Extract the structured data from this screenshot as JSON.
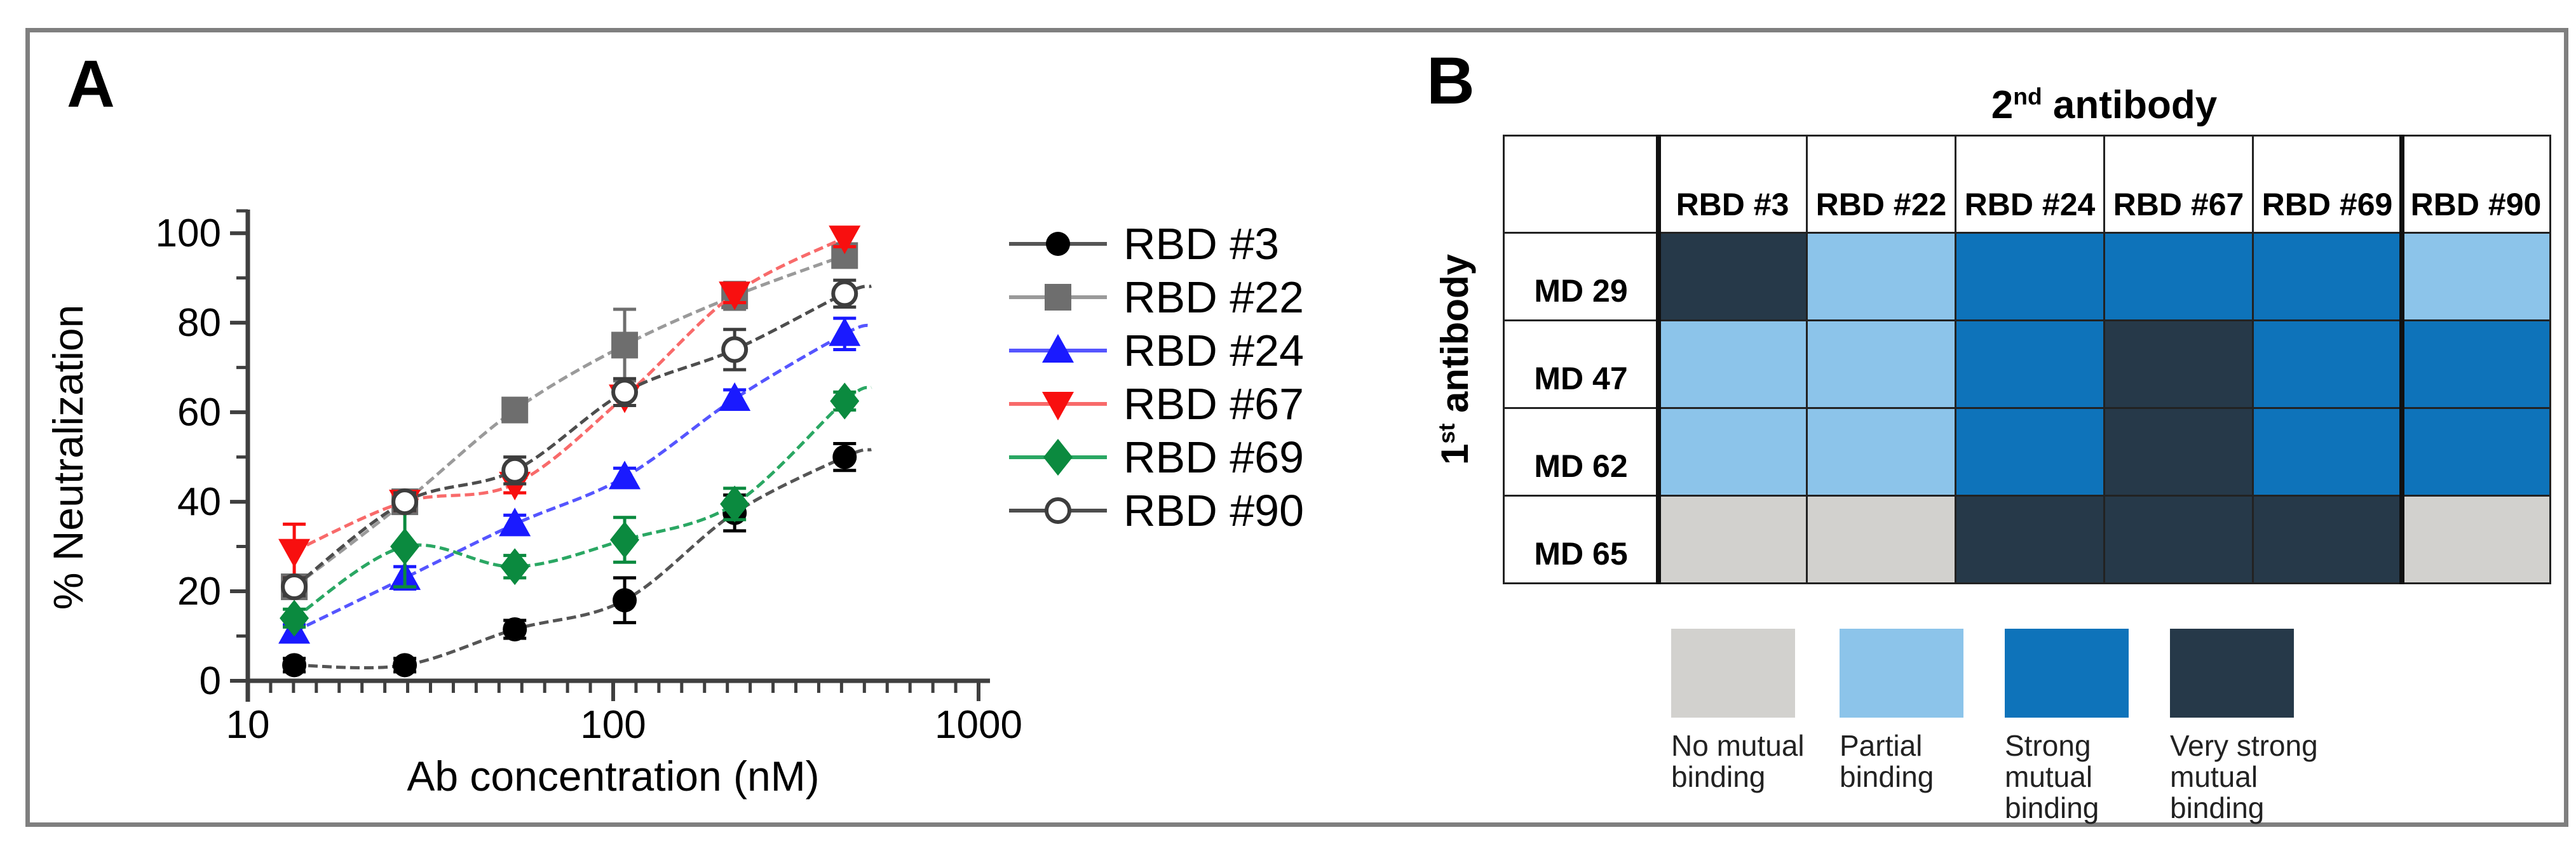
{
  "panel_a": {
    "label": "A"
  },
  "panel_b": {
    "label": "B"
  },
  "chart_data": [
    {
      "type": "line",
      "panel": "A",
      "title": "",
      "xlabel": "Ab concentration (nM)",
      "ylabel": "% Neutralization",
      "x_scale": "log",
      "xlim": [
        10,
        1000
      ],
      "x_major_ticks": [
        10,
        100,
        1000
      ],
      "x_tick_labels": [
        "10",
        "100",
        "1000"
      ],
      "ylim": [
        0,
        105
      ],
      "y_major_ticks": [
        0,
        20,
        40,
        60,
        80,
        100
      ],
      "y_minor_ticks": [
        10,
        30,
        50,
        70,
        90,
        105
      ],
      "grid": false,
      "legend_position": "right",
      "x": [
        13.4,
        26.9,
        53.8,
        107.5,
        215,
        430
      ],
      "series": [
        {
          "name": "RBD #3",
          "marker": "circle",
          "color": "#000000",
          "line_color": "#555555",
          "values": [
            3.5,
            3.5,
            11.5,
            18,
            37.5,
            50
          ],
          "errors": [
            1.5,
            1.5,
            2,
            5,
            4,
            3
          ]
        },
        {
          "name": "RBD #22",
          "marker": "square",
          "color": "#6e6e6e",
          "line_color": "#9a9a9a",
          "values": [
            21,
            40,
            60.5,
            75,
            86,
            95
          ],
          "errors": [
            2,
            2,
            2,
            8,
            3,
            2
          ]
        },
        {
          "name": "RBD #24",
          "marker": "triangle-up",
          "color": "#1a1aff",
          "line_color": "#5555ff",
          "values": [
            11,
            23,
            35,
            45.5,
            63,
            77.5
          ],
          "errors": [
            1.5,
            2.5,
            2,
            2,
            2,
            3.5
          ]
        },
        {
          "name": "RBD #67",
          "marker": "triangle-down",
          "color": "#f80f0f",
          "line_color": "#f86a6a",
          "values": [
            29,
            40,
            44,
            63.5,
            86.5,
            99
          ],
          "errors": [
            6,
            2,
            2,
            2,
            2,
            2
          ]
        },
        {
          "name": "RBD #69",
          "marker": "diamond",
          "color": "#0b8a3f",
          "line_color": "#2aa763",
          "values": [
            14,
            30,
            25.5,
            31.5,
            39.5,
            62.5
          ],
          "errors": [
            2,
            9,
            2.5,
            5,
            3.5,
            2
          ]
        },
        {
          "name": "RBD #90",
          "marker": "circle-open",
          "color": "#3d3d3d",
          "line_color": "#4d4d4d",
          "values": [
            21,
            40,
            47,
            64.5,
            74,
            86.5
          ],
          "errors": [
            2,
            2,
            3,
            3,
            4.5,
            3
          ]
        }
      ],
      "draw_order": [
        1,
        3,
        2,
        0,
        4,
        5
      ]
    },
    {
      "type": "heatmap",
      "panel": "B",
      "col_axis_title_parts": [
        {
          "t": "2"
        },
        {
          "t": "nd",
          "sup": true
        },
        {
          "t": " antibody"
        }
      ],
      "row_axis_title_parts": [
        {
          "t": "1"
        },
        {
          "t": "st",
          "sup": true
        },
        {
          "t": " antibody"
        }
      ],
      "columns": [
        "RBD #3",
        "RBD #22",
        "RBD #24",
        "RBD #67",
        "RBD #69",
        "RBD #90"
      ],
      "rows": [
        "MD 29",
        "MD 47",
        "MD 62",
        "MD 65"
      ],
      "cells": [
        [
          "very_strong",
          "partial",
          "strong",
          "strong",
          "strong",
          "partial"
        ],
        [
          "partial",
          "partial",
          "strong",
          "very_strong",
          "strong",
          "strong"
        ],
        [
          "partial",
          "partial",
          "strong",
          "very_strong",
          "strong",
          "strong"
        ],
        [
          "none",
          "none",
          "very_strong",
          "very_strong",
          "very_strong",
          "none"
        ]
      ],
      "palette": {
        "none": "#d2d1ce",
        "partial": "#8cc4ea",
        "strong": "#0e73ba",
        "very_strong": "#263949"
      },
      "legend": [
        {
          "key": "none",
          "label_lines": [
            "No mutual",
            "binding"
          ]
        },
        {
          "key": "partial",
          "label_lines": [
            "Partial",
            "binding"
          ]
        },
        {
          "key": "strong",
          "label_lines": [
            "Strong",
            "mutual",
            "binding"
          ]
        },
        {
          "key": "very_strong",
          "label_lines": [
            "Very strong",
            "mutual",
            "binding"
          ]
        }
      ]
    }
  ]
}
